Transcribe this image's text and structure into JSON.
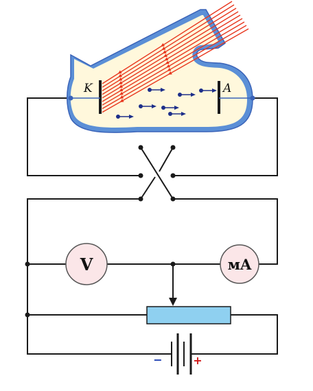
{
  "tube": {
    "cathode_label": "K",
    "anode_label": "A"
  },
  "meters": {
    "voltmeter_label": "V",
    "ammeter_label": "мA"
  },
  "battery": {
    "negative_sign": "−",
    "positive_sign": "+"
  },
  "colors": {
    "wire": "#1a1a1a",
    "tube_glass": "#5b8fd6",
    "tube_fill": "#fff8dc",
    "light_rays": "#e8381f",
    "electrons": "#1d2f8a",
    "meter_fill": "#fbe6e8",
    "rheostat_fill": "#8fd0f0",
    "battery_negative": "#1f3fb3",
    "battery_positive": "#d11a1a"
  }
}
